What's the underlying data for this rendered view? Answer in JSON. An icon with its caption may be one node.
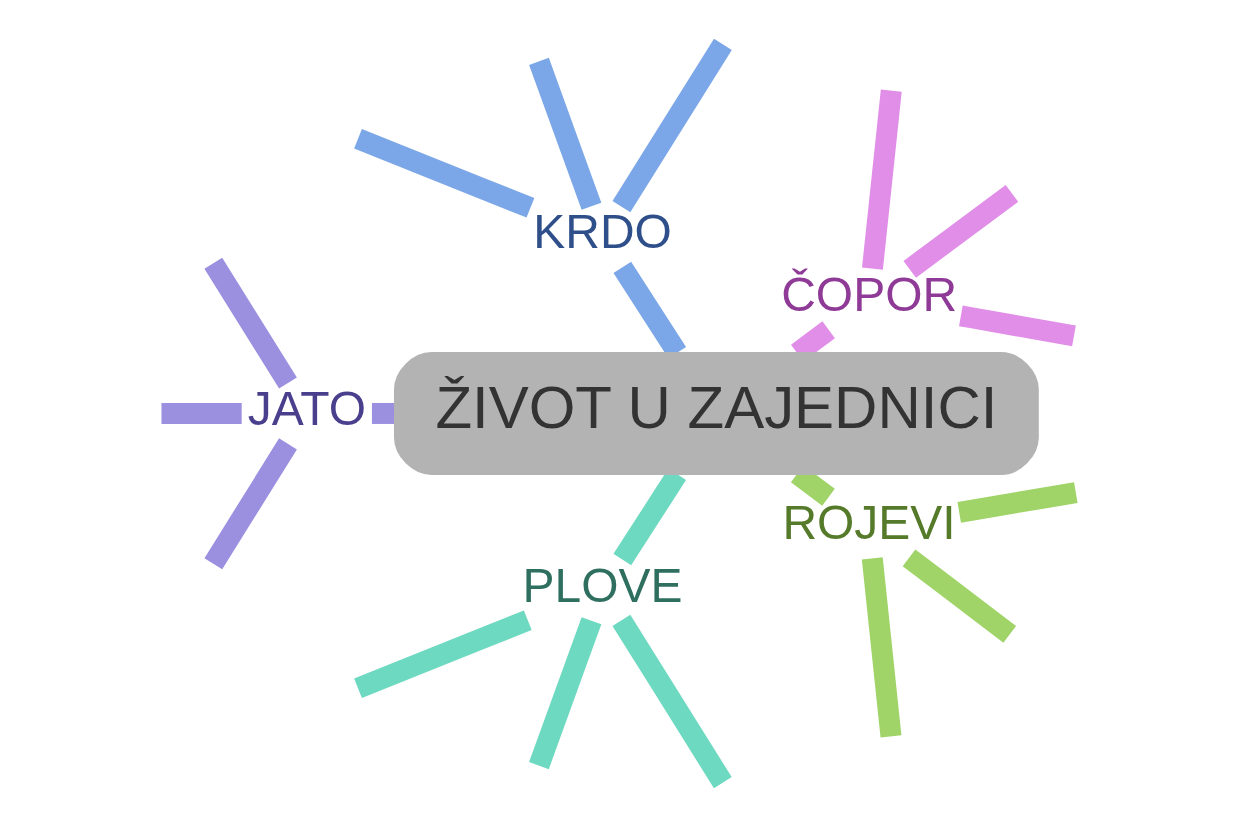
{
  "diagram": {
    "nodes": [
      {
        "text": [
          "ŽIVOT U ZAJEDNICI"
        ]
      },
      {
        "text": [
          "ČOPOR"
        ]
      },
      {
        "text": [
          "KRDO"
        ]
      },
      {
        "text": [
          "JATO"
        ]
      },
      {
        "text": [
          "PLOVE"
        ]
      },
      {
        "text": [
          "ROJEVI"
        ]
      }
    ],
    "edges": [
      {
        "from": 0,
        "to": 1,
        "arrow": "none",
        "color": "#e08ee8"
      },
      {
        "from": 0,
        "to": 2,
        "arrow": "none",
        "color": "#7ba7e8"
      },
      {
        "from": 0,
        "to": 3,
        "arrow": "none",
        "color": "#9b8fe0"
      },
      {
        "from": 0,
        "to": 4,
        "arrow": "none",
        "color": "#6dd9c0"
      },
      {
        "from": 0,
        "to": 5,
        "arrow": "none",
        "color": "#a0d468"
      },
      {
        "from": 1,
        "to": null,
        "arrow": "none",
        "color": "#e08ee8"
      },
      {
        "from": 1,
        "to": null,
        "arrow": "none",
        "color": "#e08ee8"
      },
      {
        "from": 1,
        "to": null,
        "arrow": "none",
        "color": "#e08ee8"
      },
      {
        "from": 2,
        "to": null,
        "arrow": "none",
        "color": "#7ba7e8"
      },
      {
        "from": 2,
        "to": null,
        "arrow": "none",
        "color": "#7ba7e8"
      },
      {
        "from": 2,
        "to": null,
        "arrow": "none",
        "color": "#7ba7e8"
      },
      {
        "from": 3,
        "to": null,
        "arrow": "none",
        "color": "#9b8fe0"
      },
      {
        "from": 3,
        "to": null,
        "arrow": "none",
        "color": "#9b8fe0"
      },
      {
        "from": 3,
        "to": null,
        "arrow": "none",
        "color": "#9b8fe0"
      },
      {
        "from": 4,
        "to": null,
        "arrow": "none",
        "color": "#6dd9c0"
      },
      {
        "from": 4,
        "to": null,
        "arrow": "none",
        "color": "#6dd9c0"
      },
      {
        "from": 4,
        "to": null,
        "arrow": "none",
        "color": "#6dd9c0"
      },
      {
        "from": 5,
        "to": null,
        "arrow": "none",
        "color": "#a0d468"
      },
      {
        "from": 5,
        "to": null,
        "arrow": "none",
        "color": "#a0d468"
      },
      {
        "from": 5,
        "to": null,
        "arrow": "none",
        "color": "#a0d468"
      }
    ]
  }
}
